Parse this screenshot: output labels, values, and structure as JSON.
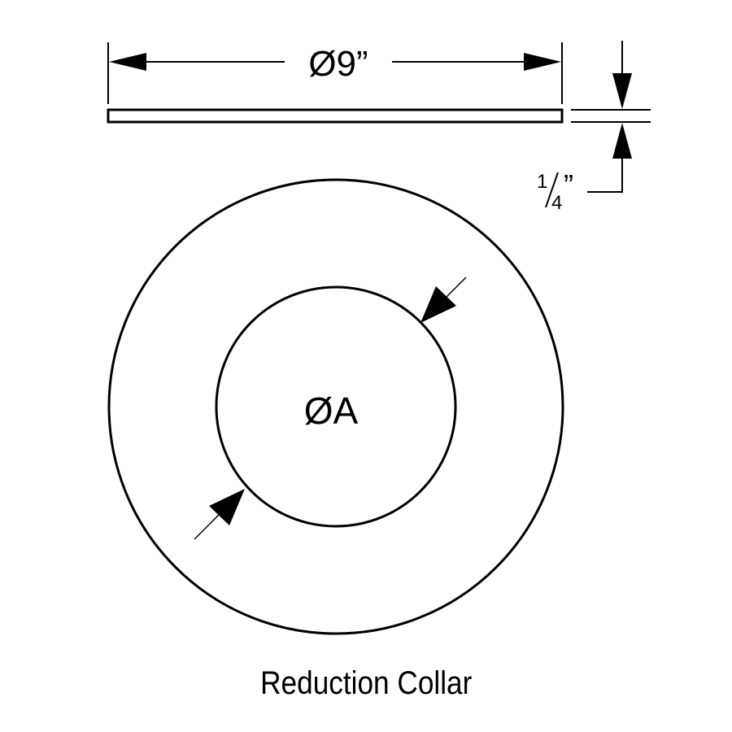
{
  "drawing": {
    "width_dimension": "Ø9”",
    "thickness_dimension": {
      "numerator": "1",
      "denominator": "4",
      "inch_mark": "”"
    },
    "inner_diameter_label": "ØA",
    "caption": "Reduction Collar"
  },
  "colors": {
    "line": "#000000",
    "background": "#ffffff"
  }
}
